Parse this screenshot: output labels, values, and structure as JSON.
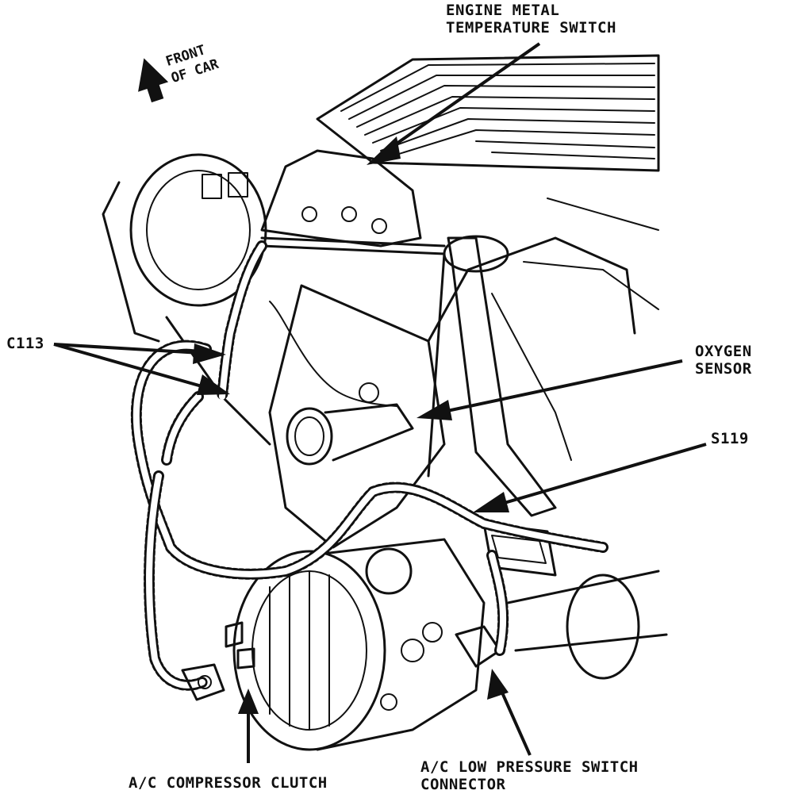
{
  "labels": {
    "engine_metal_temp_switch": [
      "ENGINE METAL",
      "TEMPERATURE SWITCH"
    ],
    "front_of_car": [
      "FRONT",
      "OF CAR"
    ],
    "c113": "C113",
    "oxygen_sensor": [
      "OXYGEN",
      "SENSOR"
    ],
    "s119": "S119",
    "ac_compressor_clutch": "A/C COMPRESSOR CLUTCH",
    "ac_low_pressure_switch": [
      "A/C LOW PRESSURE SWITCH",
      "CONNECTOR"
    ]
  }
}
